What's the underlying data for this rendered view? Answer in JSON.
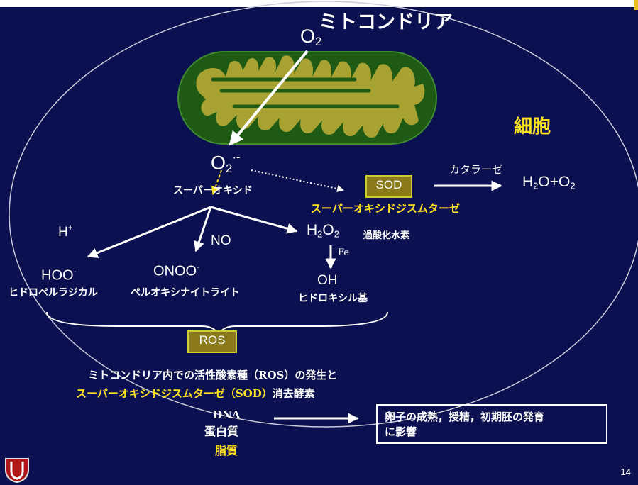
{
  "title": "ミトコンドリア",
  "cell_label": "細胞",
  "o2_top": {
    "base": "O",
    "sub": "2"
  },
  "superoxide": {
    "base": "O",
    "sub": "2",
    "sup": "·-",
    "name": "スーパーオキシド"
  },
  "sod": {
    "box_label": "SOD",
    "full_name": "スーパーオキシドジスムターゼ"
  },
  "catalase": "カタラーゼ",
  "water_oxygen": {
    "h": "H",
    "sub1": "2",
    "mid": "O+O",
    "sub2": "2"
  },
  "hplus": {
    "base": "H",
    "sup": "+"
  },
  "no": "NO",
  "h2o2": {
    "h": "H",
    "sub1": "2",
    "o": "O",
    "sub2": "2",
    "name": "過酸化水素"
  },
  "fe": "Fe",
  "radicals": [
    {
      "formula": "HOO",
      "mark": "·",
      "name": "ヒドロペルラジカル"
    },
    {
      "formula": "ONOO",
      "mark": "-",
      "name": "ペルオキシナイトライト"
    },
    {
      "formula": "OH",
      "mark": "·",
      "name": "ヒドロキシル基"
    }
  ],
  "ros_label": "ROS",
  "caption": {
    "line1": "ミトコンドリア内での活性酸素種（ROS）の発生と",
    "line2_yellow": "スーパーオキシドジスムターゼ（SOD）",
    "line2_white": "消去酵素"
  },
  "targets": [
    {
      "label": "DNA",
      "color": "white"
    },
    {
      "label": "蛋白質",
      "color": "white"
    },
    {
      "label": "脂質",
      "color": "yellow"
    }
  ],
  "result": {
    "line1": "卵子の成熟，授精，初期胚の発育",
    "line2": "に影響"
  },
  "page_number": "14",
  "colors": {
    "background": "#0a1050",
    "accent_yellow": "#ffe020",
    "mito_outer": "#1e5a14",
    "mito_cristae": "#a8a232",
    "box_fill": "#8a7a1a",
    "box_border": "#cccc33"
  }
}
